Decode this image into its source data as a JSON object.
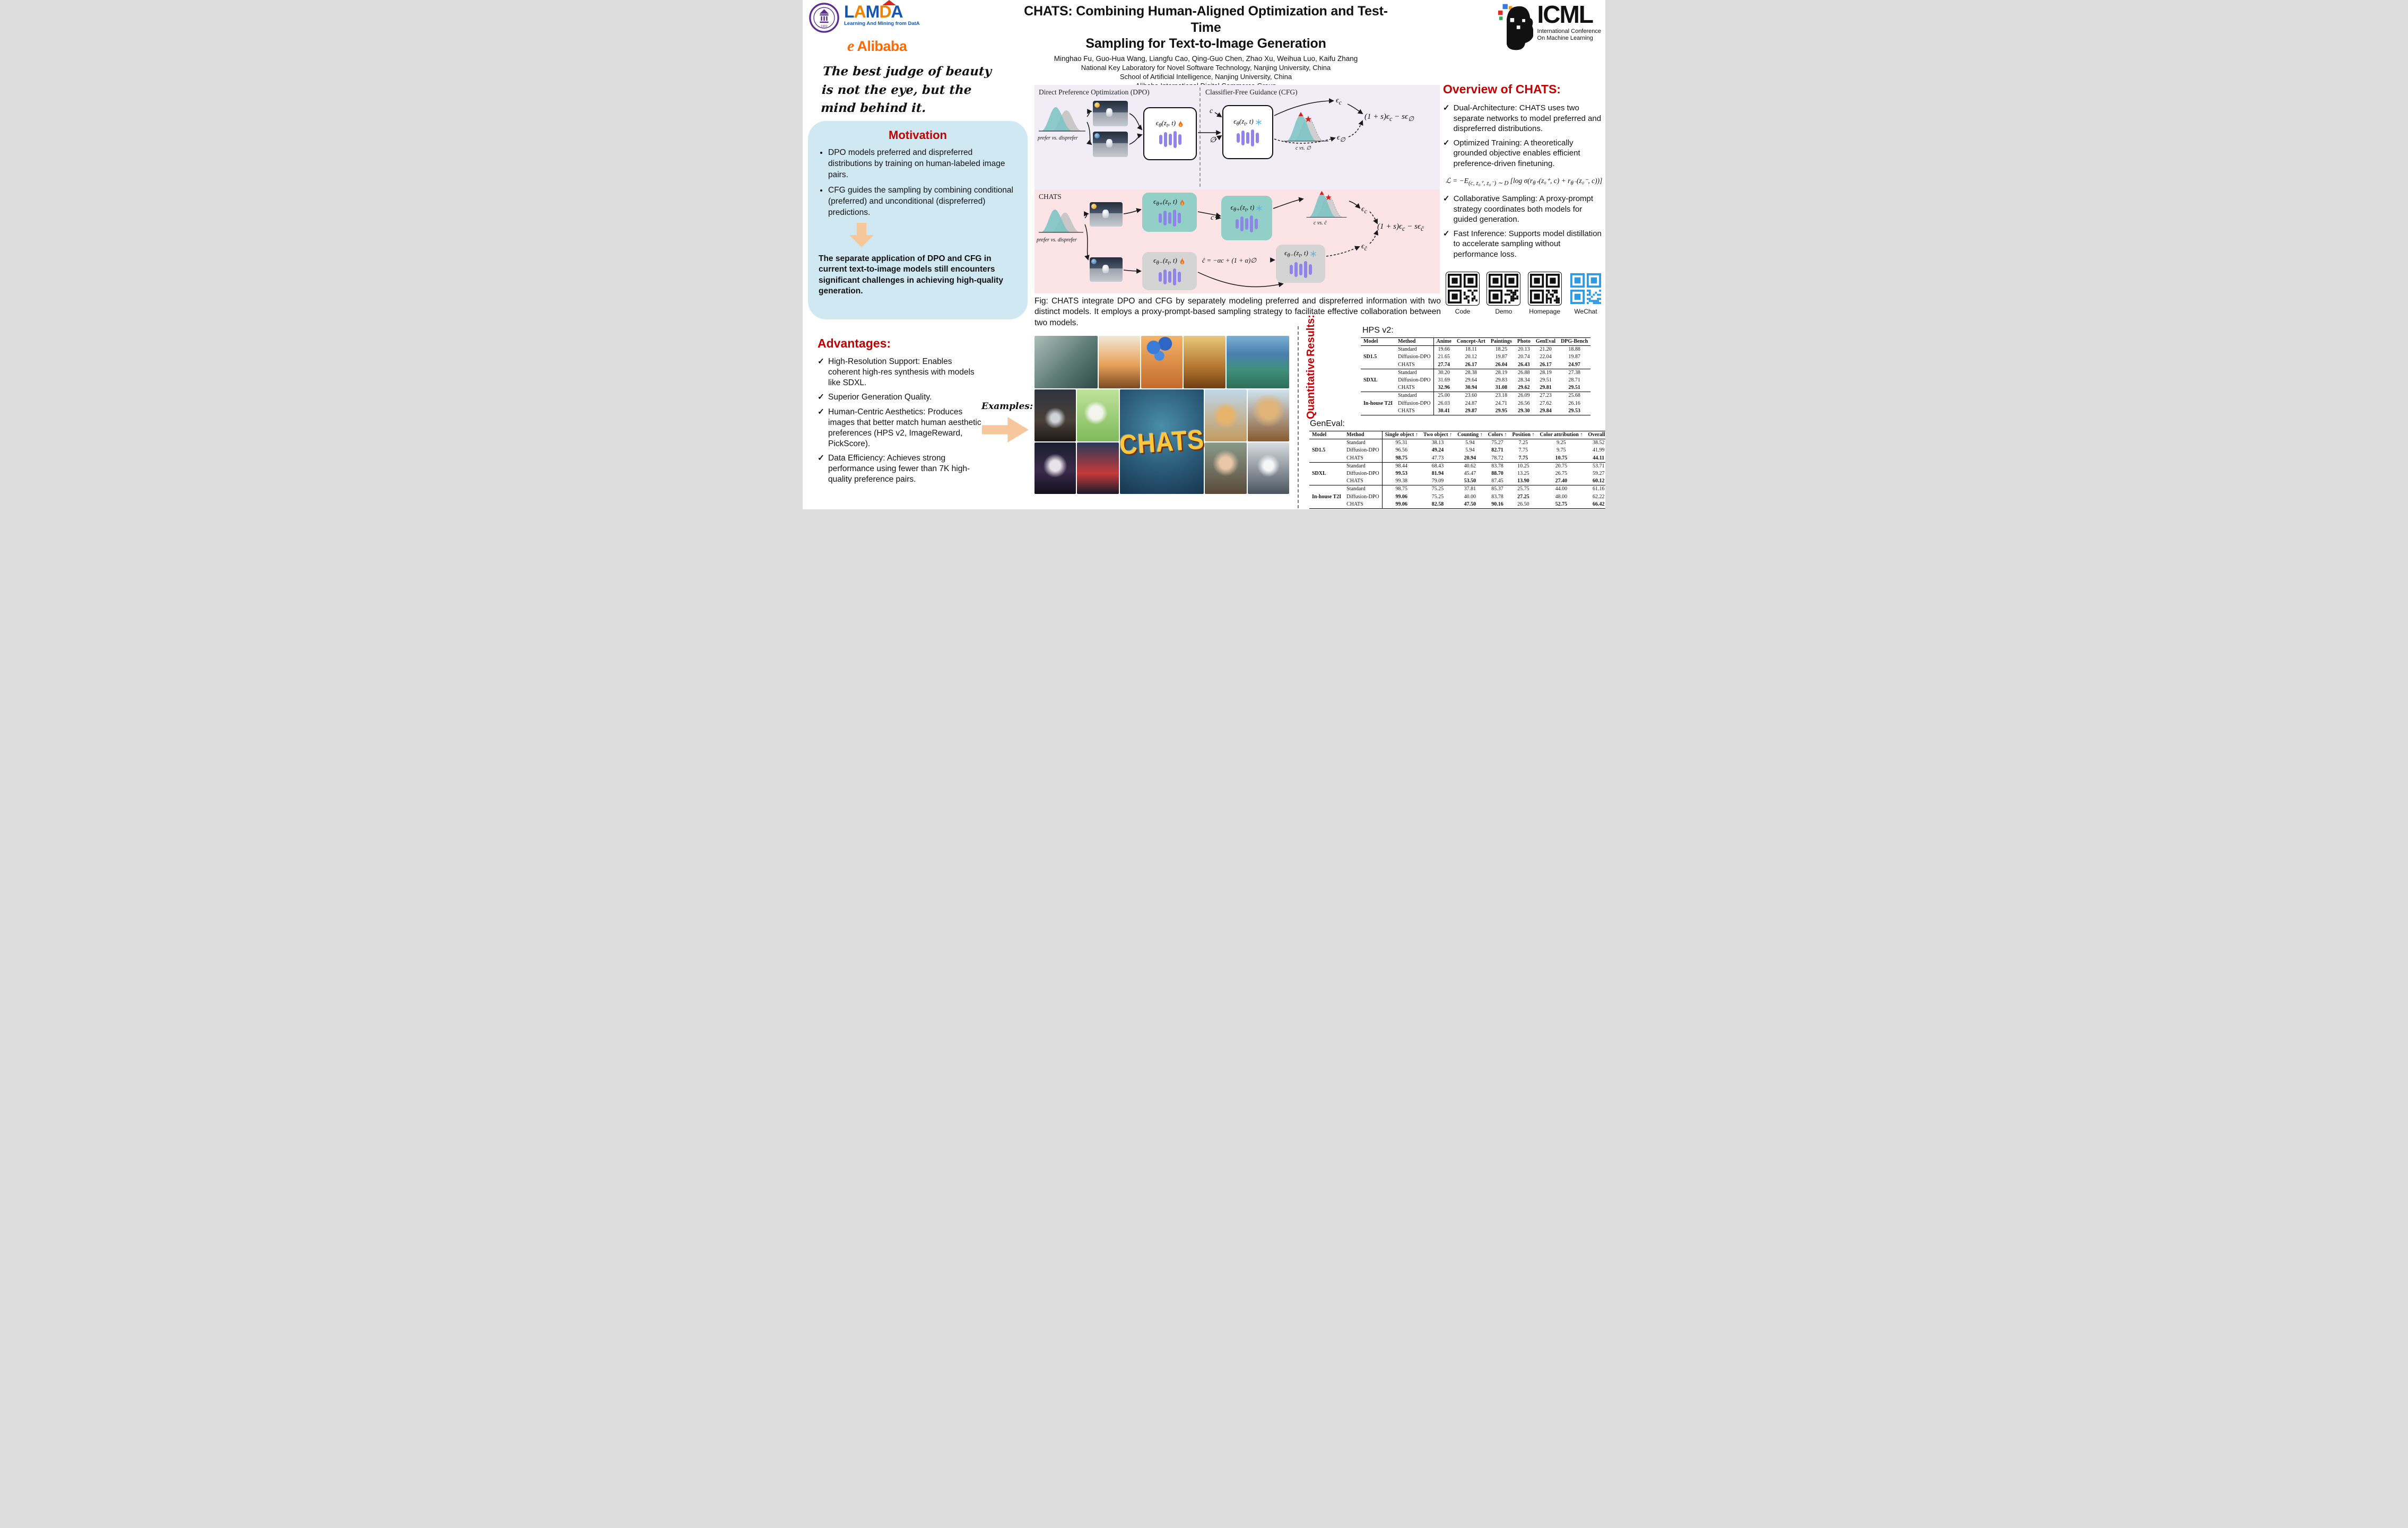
{
  "header": {
    "title1": "CHATS: Combining Human-Aligned Optimization and Test-Time",
    "title2": "Sampling for Text-to-Image Generation",
    "authors": "Minghao Fu, Guo-Hua Wang, Liangfu Cao, Qing-Guo Chen, Zhao Xu, Weihua Luo, Kaifu Zhang",
    "affils": [
      "National Key Laboratory for Novel Software Technology, Nanjing University, China",
      "School of Artificial Intelligence, Nanjing University, China",
      "Alibaba International Digital Commerce Group"
    ],
    "logos": {
      "nju_name": "Nanjing University",
      "nju_year": "1902",
      "lamda_letters": [
        "L",
        "A",
        "M",
        "D",
        "A"
      ],
      "lamda_sub": "Learning And Mining from DatA",
      "alibaba_mark": "e",
      "alibaba_text": "Alibaba",
      "icml_text": "ICML",
      "icml_sub1": "International Conference",
      "icml_sub2": "On Machine Learning"
    }
  },
  "quote": {
    "l1": "The best judge of beauty",
    "l2": "is not the eye, but the",
    "l3": "mind behind it."
  },
  "motivation": {
    "title": "Motivation",
    "bullets": [
      "DPO models preferred and dispreferred distributions by training on human-labeled image pairs.",
      "CFG guides the sampling by combining conditional (preferred) and unconditional (dispreferred) predictions.",
      ""
    ],
    "conclusion": "The separate application of DPO and CFG in current text-to-image models still encounters significant challenges in achieving high-quality generation."
  },
  "advantages": {
    "title": "Advantages:",
    "check": "✓",
    "items": [
      "High-Resolution Support: Enables coherent high-res synthesis with models like SDXL.",
      "Superior Generation Quality.",
      "Human-Centric Aesthetics: Produces images that better match human aesthetic preferences (HPS v2, ImageReward, PickScore).",
      "Data Efficiency: Achieves strong performance using fewer than 7K high-quality preference pairs."
    ]
  },
  "examples": {
    "label": "Examples:",
    "logo": "CHATS",
    "subjects": [
      "bird",
      "fox-kid",
      "blue-balloons",
      "autumn-bench",
      "mountain-river",
      "pirate",
      "rabbit",
      "chats-castle-logo",
      "corgi-dumbbells",
      "mushroom-house",
      "cat-headphones",
      "red-car",
      "flower-girl",
      "robot-headphones"
    ]
  },
  "figure": {
    "dpo_title": "Direct Preference Optimization (DPO)",
    "cfg_title": "Classifier-Free Guidance (CFG)",
    "chats_title": "CHATS",
    "prefer_label": "prefer  vs.  disprefer",
    "c_vs_null": "c  vs.  ∅",
    "c_vs_chat": "c  vs.  ĉ",
    "eps_box": "ϵ<sub>θ</sub>(z<sub>t</sub>, t)",
    "eps_plus": "ϵ<sub>θ+</sub>(z<sub>t</sub>, t)",
    "eps_minus": "ϵ<sub>θ−</sub>(z<sub>t</sub>, t)",
    "c_label": "c",
    "null_label": "∅",
    "eps_c": "ϵ<sub>c</sub>",
    "eps_null": "ϵ<sub>∅</sub>",
    "eps_chat": "ϵ<sub>ĉ</sub>",
    "cfg_formula": "(1 + s)ϵ<sub>c</sub> − sϵ<sub>∅</sub>",
    "chats_formula": "(1 + s)ϵ<sub>c</sub> − sϵ<sub>ĉ</sub>",
    "chat_def": "ĉ = −αc + (1 + α)∅",
    "caption": "Fig: CHATS integrate DPO and CFG by separately modeling preferred and dispreferred information with two distinct models. It employs a proxy-prompt-based sampling strategy to facilitate effective collaboration between two models."
  },
  "overview": {
    "title": "Overview of CHATS:",
    "check": "✓",
    "items": [
      "Dual-Architecture: CHATS uses two separate networks to model preferred and dispreferred distributions.",
      "Optimized Training: A theoretically grounded objective enables efficient preference-driven finetuning.",
      "Collaborative Sampling: A proxy-prompt strategy coordinates both models for guided generation.",
      "Fast Inference: Supports model distillation to accelerate sampling without performance loss."
    ],
    "formula": "ℒ = −E<sub>(c, z₀⁺, z₀⁻) ∼ D</sub> [log σ(r<sub>θ⁺</sub>(z₀⁺, c) + r<sub>θ⁻</sub>(z₀⁻, c))]"
  },
  "qr": {
    "labels": [
      "Code",
      "Demo",
      "Homepage",
      "WeChat"
    ]
  },
  "results": {
    "vtitle1": "Quantitative",
    "vtitle2": "Results:",
    "hps_label": "HPS v2:",
    "geneval_label": "GenEval:"
  },
  "tables": {
    "hps": {
      "headers": [
        "Model",
        "Method",
        "Anime",
        "Concept-Art",
        "Paintings",
        "Photo",
        "GenEval",
        "DPG-Bench"
      ],
      "groups": [
        {
          "model": "SD1.5",
          "rows": [
            {
              "method": "Standard",
              "cells": [
                "19.66",
                "18.11",
                "18.25",
                "20.13",
                "21.20",
                "18.88"
              ],
              "bold": [
                0,
                0,
                0,
                0,
                0,
                0
              ]
            },
            {
              "method": "Diffusion-DPO",
              "cells": [
                "21.65",
                "20.12",
                "19.87",
                "20.74",
                "22.04",
                "19.87"
              ],
              "bold": [
                0,
                0,
                0,
                0,
                0,
                0
              ]
            },
            {
              "method": "CHATS",
              "cells": [
                "27.74",
                "26.17",
                "26.04",
                "26.43",
                "26.17",
                "24.97"
              ],
              "bold": [
                1,
                1,
                1,
                1,
                1,
                1
              ]
            }
          ]
        },
        {
          "model": "SDXL",
          "rows": [
            {
              "method": "Standard",
              "cells": [
                "30.20",
                "28.38",
                "28.19",
                "26.88",
                "28.19",
                "27.38"
              ],
              "bold": [
                0,
                0,
                0,
                0,
                0,
                0
              ]
            },
            {
              "method": "Diffusion-DPO",
              "cells": [
                "31.69",
                "29.64",
                "29.83",
                "28.34",
                "29.51",
                "28.71"
              ],
              "bold": [
                0,
                0,
                0,
                0,
                0,
                0
              ]
            },
            {
              "method": "CHATS",
              "cells": [
                "32.96",
                "30.94",
                "31.08",
                "29.62",
                "29.81",
                "29.51"
              ],
              "bold": [
                1,
                1,
                1,
                1,
                1,
                1
              ]
            }
          ]
        },
        {
          "model": "In-house T2I",
          "rows": [
            {
              "method": "Standard",
              "cells": [
                "25.00",
                "23.60",
                "23.18",
                "26.09",
                "27.23",
                "25.68"
              ],
              "bold": [
                0,
                0,
                0,
                0,
                0,
                0
              ]
            },
            {
              "method": "Diffusion-DPO",
              "cells": [
                "26.03",
                "24.87",
                "24.71",
                "26.56",
                "27.62",
                "26.16"
              ],
              "bold": [
                0,
                0,
                0,
                0,
                0,
                0
              ]
            },
            {
              "method": "CHATS",
              "cells": [
                "30.41",
                "29.87",
                "29.95",
                "29.30",
                "29.84",
                "29.53"
              ],
              "bold": [
                1,
                1,
                1,
                1,
                1,
                1
              ]
            }
          ]
        }
      ]
    },
    "geneval": {
      "headers": [
        "Model",
        "Method",
        "Single object ↑",
        "Two object ↑",
        "Counting ↑",
        "Colors ↑",
        "Position ↑",
        "Color attribution ↑",
        "Overall ↑"
      ],
      "groups": [
        {
          "model": "SD1.5",
          "rows": [
            {
              "method": "Standard",
              "cells": [
                "95.31",
                "38.13",
                "5.94",
                "75.27",
                "7.25",
                "9.25",
                "38.52"
              ],
              "bold": [
                0,
                0,
                0,
                0,
                0,
                0,
                0
              ]
            },
            {
              "method": "Diffusion-DPO",
              "cells": [
                "96.56",
                "49.24",
                "5.94",
                "82.71",
                "7.75",
                "9.75",
                "41.99"
              ],
              "bold": [
                0,
                1,
                0,
                1,
                0,
                0,
                0
              ]
            },
            {
              "method": "CHATS",
              "cells": [
                "98.75",
                "47.73",
                "20.94",
                "78.72",
                "7.75",
                "10.75",
                "44.11"
              ],
              "bold": [
                1,
                0,
                1,
                0,
                1,
                1,
                1
              ]
            }
          ]
        },
        {
          "model": "SDXL",
          "rows": [
            {
              "method": "Standard",
              "cells": [
                "98.44",
                "68.43",
                "40.62",
                "83.78",
                "10.25",
                "20.75",
                "53.71"
              ],
              "bold": [
                0,
                0,
                0,
                0,
                0,
                0,
                0
              ]
            },
            {
              "method": "Diffusion-DPO",
              "cells": [
                "99.53",
                "81.94",
                "45.47",
                "88.70",
                "13.25",
                "26.75",
                "59.27"
              ],
              "bold": [
                1,
                1,
                0,
                1,
                0,
                0,
                0
              ]
            },
            {
              "method": "CHATS",
              "cells": [
                "99.38",
                "79.09",
                "53.50",
                "87.45",
                "13.90",
                "27.40",
                "60.12"
              ],
              "bold": [
                0,
                0,
                1,
                0,
                1,
                1,
                1
              ]
            }
          ]
        },
        {
          "model": "In-house T2I",
          "rows": [
            {
              "method": "Standard",
              "cells": [
                "98.75",
                "75.25",
                "37.81",
                "85.37",
                "25.75",
                "44.00",
                "61.16"
              ],
              "bold": [
                0,
                0,
                0,
                0,
                0,
                0,
                0
              ]
            },
            {
              "method": "Diffusion-DPO",
              "cells": [
                "99.06",
                "75.25",
                "40.00",
                "83.78",
                "27.25",
                "48.00",
                "62.22"
              ],
              "bold": [
                1,
                0,
                0,
                0,
                1,
                0,
                0
              ]
            },
            {
              "method": "CHATS",
              "cells": [
                "99.06",
                "82.58",
                "47.50",
                "90.16",
                "26.50",
                "52.75",
                "66.42"
              ],
              "bold": [
                1,
                1,
                1,
                1,
                0,
                1,
                1
              ]
            }
          ]
        }
      ]
    }
  },
  "colors": {
    "accent_red": "#c40000",
    "motivation_bg": "#cfe8f2",
    "dpo_panel_bg": "#f1edf7",
    "chats_panel_bg": "#fbe3e6",
    "teal": "#92cfc7",
    "purple_bars": "#8f84e8",
    "orange_arrow": "#f6c79b",
    "alibaba_orange": "#ff6a00"
  }
}
